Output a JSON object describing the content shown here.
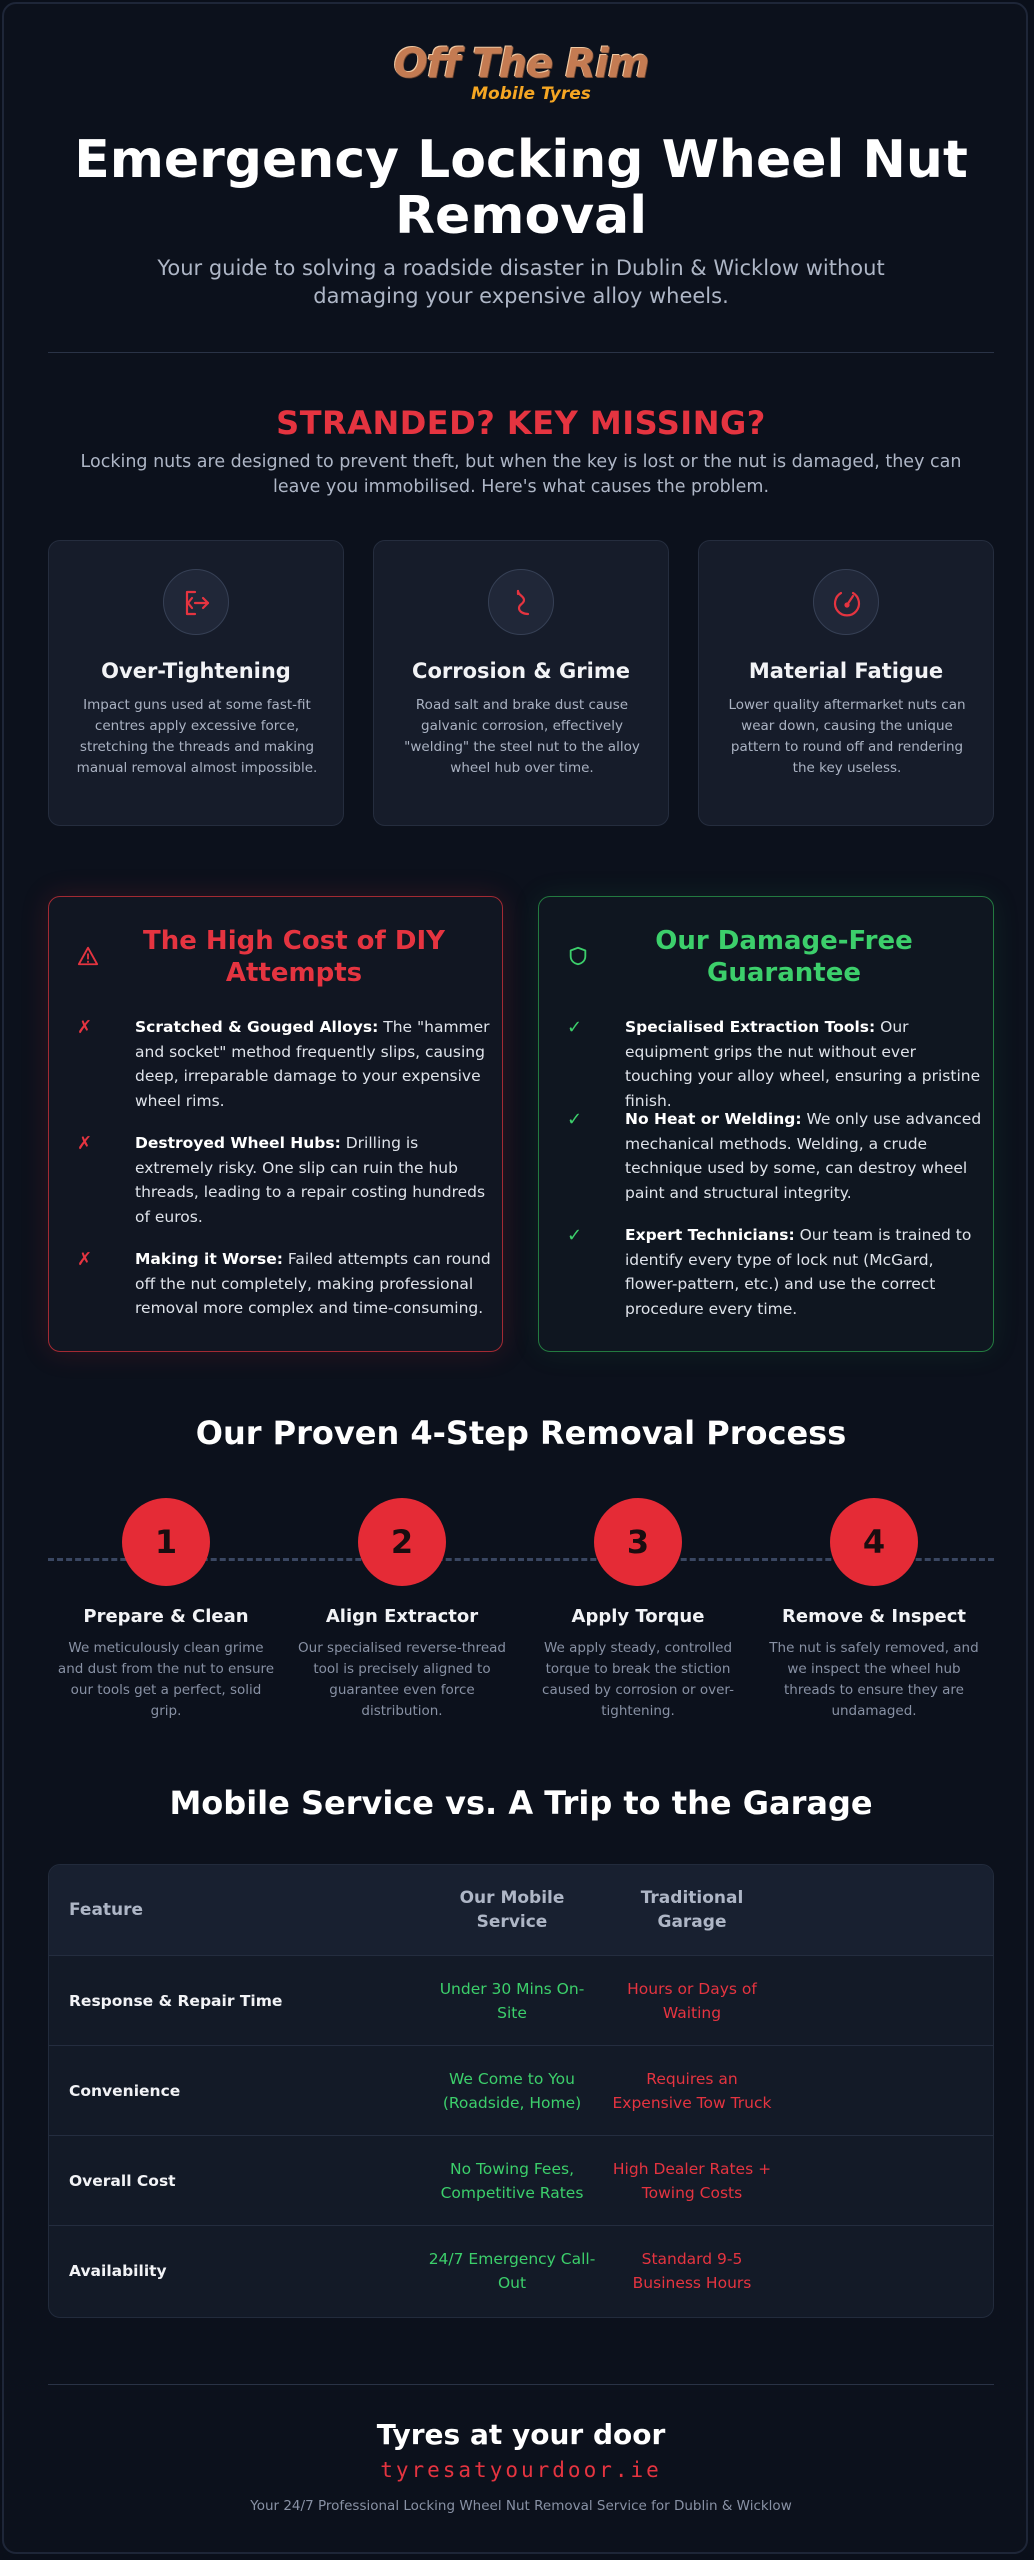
{
  "brand": {
    "name": "Off The Rim",
    "sub": "Mobile Tyres"
  },
  "hero": {
    "title": "Emergency Locking Wheel Nut Removal",
    "subtitle": "Your guide to solving a roadside disaster in Dublin & Wicklow without damaging your expensive alloy wheels."
  },
  "problem": {
    "heading": "STRANDED? KEY MISSING?",
    "intro": "Locking nuts are designed to prevent theft, but when the key is lost or the nut is damaged, they can leave you immobilised. Here's what causes the problem.",
    "causes": [
      {
        "icon": "exit-icon",
        "title": "Over-Tightening",
        "text": "Impact guns used at some fast-fit centres apply excessive force, stretching the threads and making manual removal almost impossible."
      },
      {
        "icon": "corrosion-icon",
        "title": "Corrosion & Grime",
        "text": "Road salt and brake dust cause galvanic corrosion, effectively \"welding\" the steel nut to the alloy wheel hub over time."
      },
      {
        "icon": "gauge-icon",
        "title": "Material Fatigue",
        "text": "Lower quality aftermarket nuts can wear down, causing the unique pattern to round off and rendering the key useless."
      }
    ]
  },
  "diy": {
    "heading": "The High Cost of DIY Attempts",
    "items": [
      {
        "bold": "Scratched & Gouged Alloys:",
        "text": " The \"hammer and socket\" method frequently slips, causing deep, irreparable damage to your expensive wheel rims."
      },
      {
        "bold": "Destroyed Wheel Hubs:",
        "text": " Drilling is extremely risky. One slip can ruin the hub threads, leading to a repair costing hundreds of euros."
      },
      {
        "bold": "Making it Worse:",
        "text": " Failed attempts can round off the nut completely, making professional removal more complex and time-consuming."
      }
    ]
  },
  "guarantee": {
    "heading": "Our Damage-Free Guarantee",
    "items": [
      {
        "bold": "Specialised Extraction Tools:",
        "text": " Our equipment grips the nut without ever touching your alloy wheel, ensuring a pristine finish."
      },
      {
        "bold": "No Heat or Welding:",
        "text": " We only use advanced mechanical methods. Welding, a crude technique used by some, can destroy wheel paint and structural integrity."
      },
      {
        "bold": "Expert Technicians:",
        "text": " Our team is trained to identify every type of lock nut (McGard, flower-pattern, etc.) and use the correct procedure every time."
      }
    ]
  },
  "process": {
    "heading": "Our Proven 4-Step Removal Process",
    "steps": [
      {
        "num": "1",
        "title": "Prepare & Clean",
        "text": "We meticulously clean grime and dust from the nut to ensure our tools get a perfect, solid grip."
      },
      {
        "num": "2",
        "title": "Align Extractor",
        "text": "Our specialised reverse-thread tool is precisely aligned to guarantee even force distribution."
      },
      {
        "num": "3",
        "title": "Apply Torque",
        "text": "We apply steady, controlled torque to break the stiction caused by corrosion or over-tightening."
      },
      {
        "num": "4",
        "title": "Remove & Inspect",
        "text": "The nut is safely removed, and we inspect the wheel hub threads to ensure they are undamaged."
      }
    ]
  },
  "compare": {
    "heading": "Mobile Service vs. A Trip to the Garage",
    "headers": [
      "Feature",
      "Our Mobile Service",
      "Traditional Garage"
    ],
    "rows": [
      [
        "Response & Repair Time",
        "Under 30 Mins On-Site",
        "Hours or Days of Waiting"
      ],
      [
        "Convenience",
        "We Come to You (Roadside, Home)",
        "Requires an Expensive Tow Truck"
      ],
      [
        "Overall Cost",
        "No Towing Fees, Competitive Rates",
        "High Dealer Rates + Towing Costs"
      ],
      [
        "Availability",
        "24/7 Emergency Call-Out",
        "Standard 9-5 Business Hours"
      ]
    ]
  },
  "footer": {
    "title": "Tyres at your door",
    "url": "tyresatyourdoor.ie",
    "tagline": "Your 24/7 Professional Locking Wheel Nut Removal Service for Dublin & Wicklow"
  },
  "colors": {
    "accent_red": "#e53440",
    "accent_green": "#3ccf6b",
    "background": "#0c111c",
    "brand_orange": "#f5a623"
  }
}
